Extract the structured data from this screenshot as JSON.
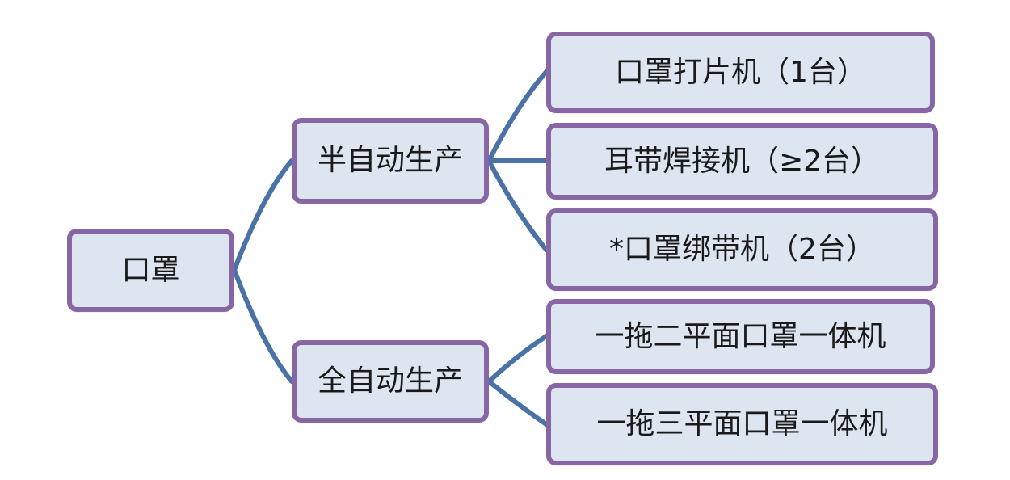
{
  "diagram": {
    "root": {
      "label": "口罩"
    },
    "branches": [
      {
        "label": "半自动生产",
        "children": [
          {
            "label": "口罩打片机（1台）"
          },
          {
            "label": "耳带焊接机（≥2台）"
          },
          {
            "label": "*口罩绑带机（2台）"
          }
        ]
      },
      {
        "label": "全自动生产",
        "children": [
          {
            "label": "一拖二平面口罩一体机"
          },
          {
            "label": "一拖三平面口罩一体机"
          }
        ]
      }
    ],
    "colors": {
      "node_fill": "#dde6f0",
      "node_border": "#8866a4",
      "connector": "#4a72a6",
      "text": "#1a1a1a"
    }
  }
}
